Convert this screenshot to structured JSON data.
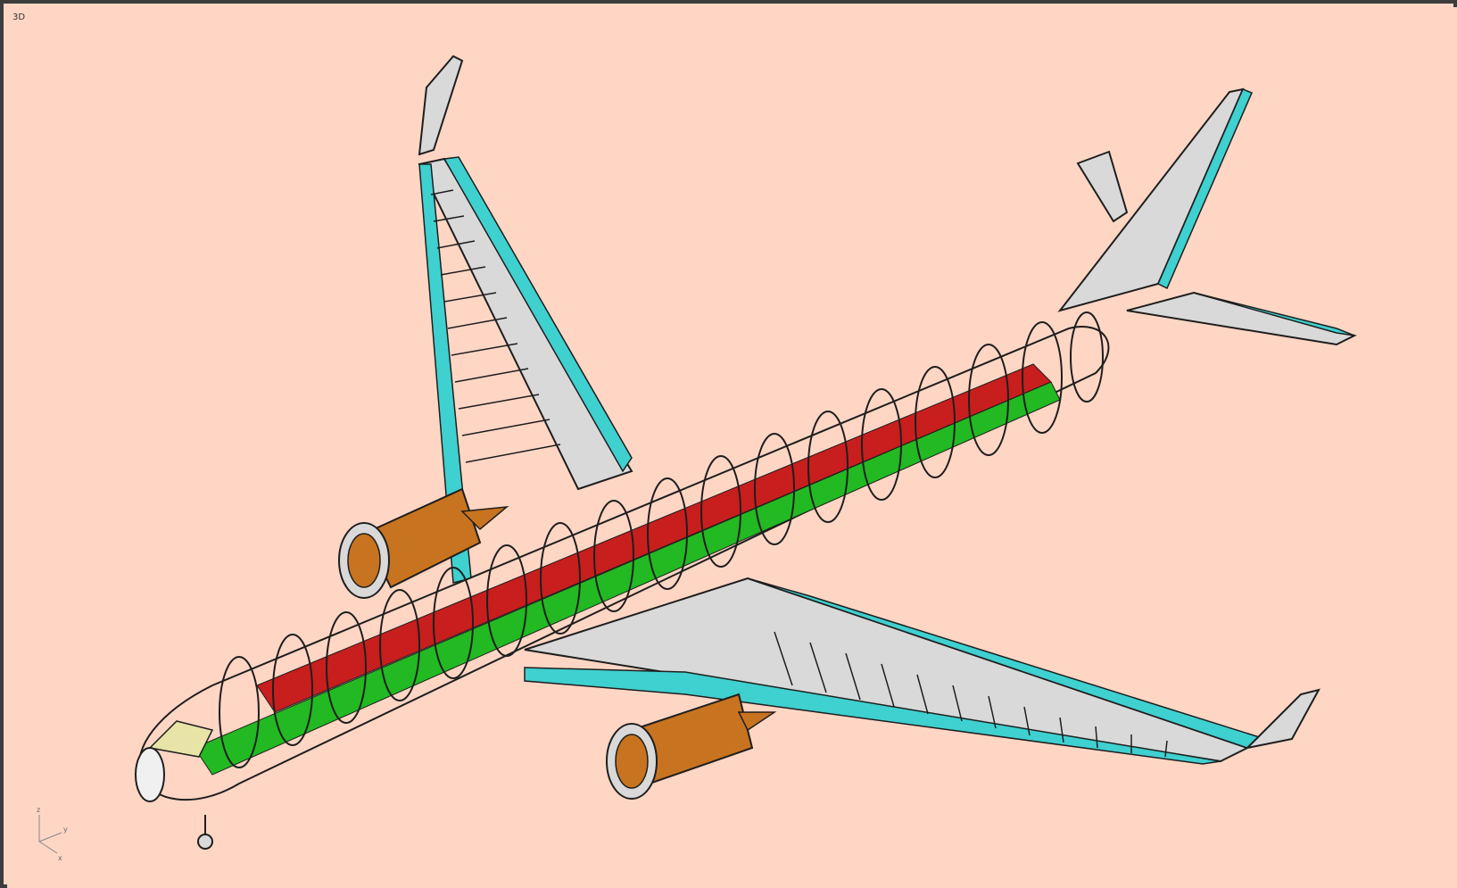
{
  "viewport": {
    "view_label": "3D",
    "background": "#ffd6c4",
    "border": "#3c3c3c"
  },
  "model": {
    "subject": "airliner-structural-model",
    "colors": {
      "frame": "#d9d9d9",
      "frame_outline": "#1e1e1e",
      "seats": "#c81e1e",
      "floor": "#22b922",
      "control_surfaces": "#3fd0d0",
      "engines": "#c8731f",
      "cockpit_glass": "#e8e4a8"
    }
  },
  "triad": {
    "z_label": "z",
    "y_label": "y",
    "x_label": "x"
  }
}
